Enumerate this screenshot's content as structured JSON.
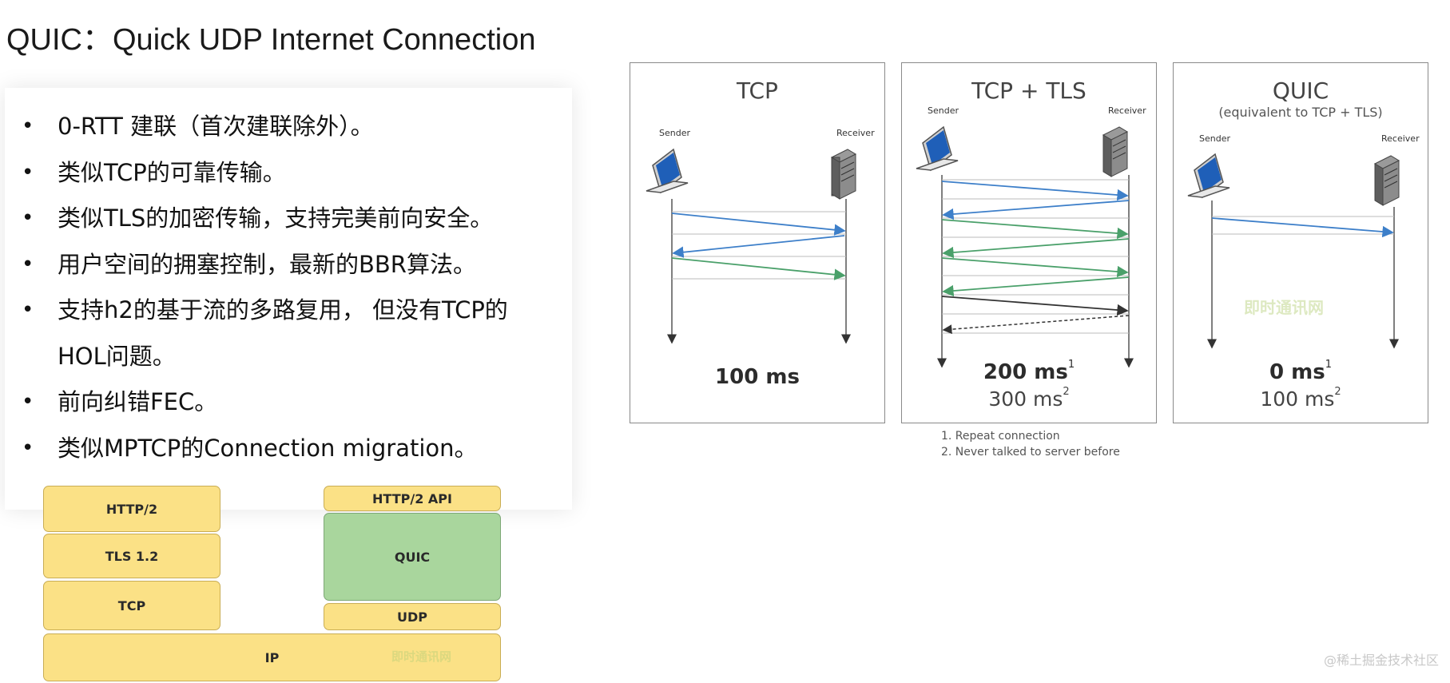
{
  "page": {
    "title": "QUIC：Quick UDP Internet Connection",
    "watermark": "@稀土掘金技术社区"
  },
  "features": [
    {
      "text": "0-RTT 建联（首次建联除外）。"
    },
    {
      "text": "类似TCP的可靠传输。"
    },
    {
      "text": "类似TLS的加密传输，支持完美前向安全。"
    },
    {
      "text": "用户空间的拥塞控制，最新的BBR算法。"
    },
    {
      "text": "支持h2的基于流的多路复用， 但没有TCP的"
    },
    {
      "text": "HOL问题。",
      "continuation": true
    },
    {
      "text": "前向纠错FEC。"
    },
    {
      "text": "类似MPTCP的Connection migration。"
    }
  ],
  "bullet_glyph": "•",
  "stack": {
    "http2": "HTTP/2",
    "tls": "TLS 1.2",
    "tcp": "TCP",
    "http2_api": "HTTP/2 API",
    "quic": "QUIC",
    "udp": "UDP",
    "ip": "IP",
    "watermark": "即时通讯网",
    "colors": {
      "layer": "#fbe186",
      "quic": "#a9d69d"
    }
  },
  "panels": {
    "tcp": {
      "title": "TCP",
      "sender": "Sender",
      "receiver": "Receiver",
      "primary": "100 ms"
    },
    "tcp_tls": {
      "title": "TCP + TLS",
      "sender": "Sender",
      "receiver": "Receiver",
      "primary": "200 ms",
      "primary_note": "1",
      "secondary": "300 ms",
      "secondary_note": "2"
    },
    "quic": {
      "title": "QUIC",
      "subtitle": "(equivalent to TCP + TLS)",
      "sender": "Sender",
      "receiver": "Receiver",
      "primary": "0 ms",
      "primary_note": "1",
      "secondary": "100 ms",
      "secondary_note": "2",
      "watermark": "即时通讯网"
    }
  },
  "footnotes": [
    "1. Repeat connection",
    "2. Never talked to server before"
  ],
  "colors": {
    "blue_arrow": "#3d7fc9",
    "green_arrow": "#4aa06a",
    "dark_arrow": "#333333",
    "laptop_screen": "#1f5fb8"
  }
}
